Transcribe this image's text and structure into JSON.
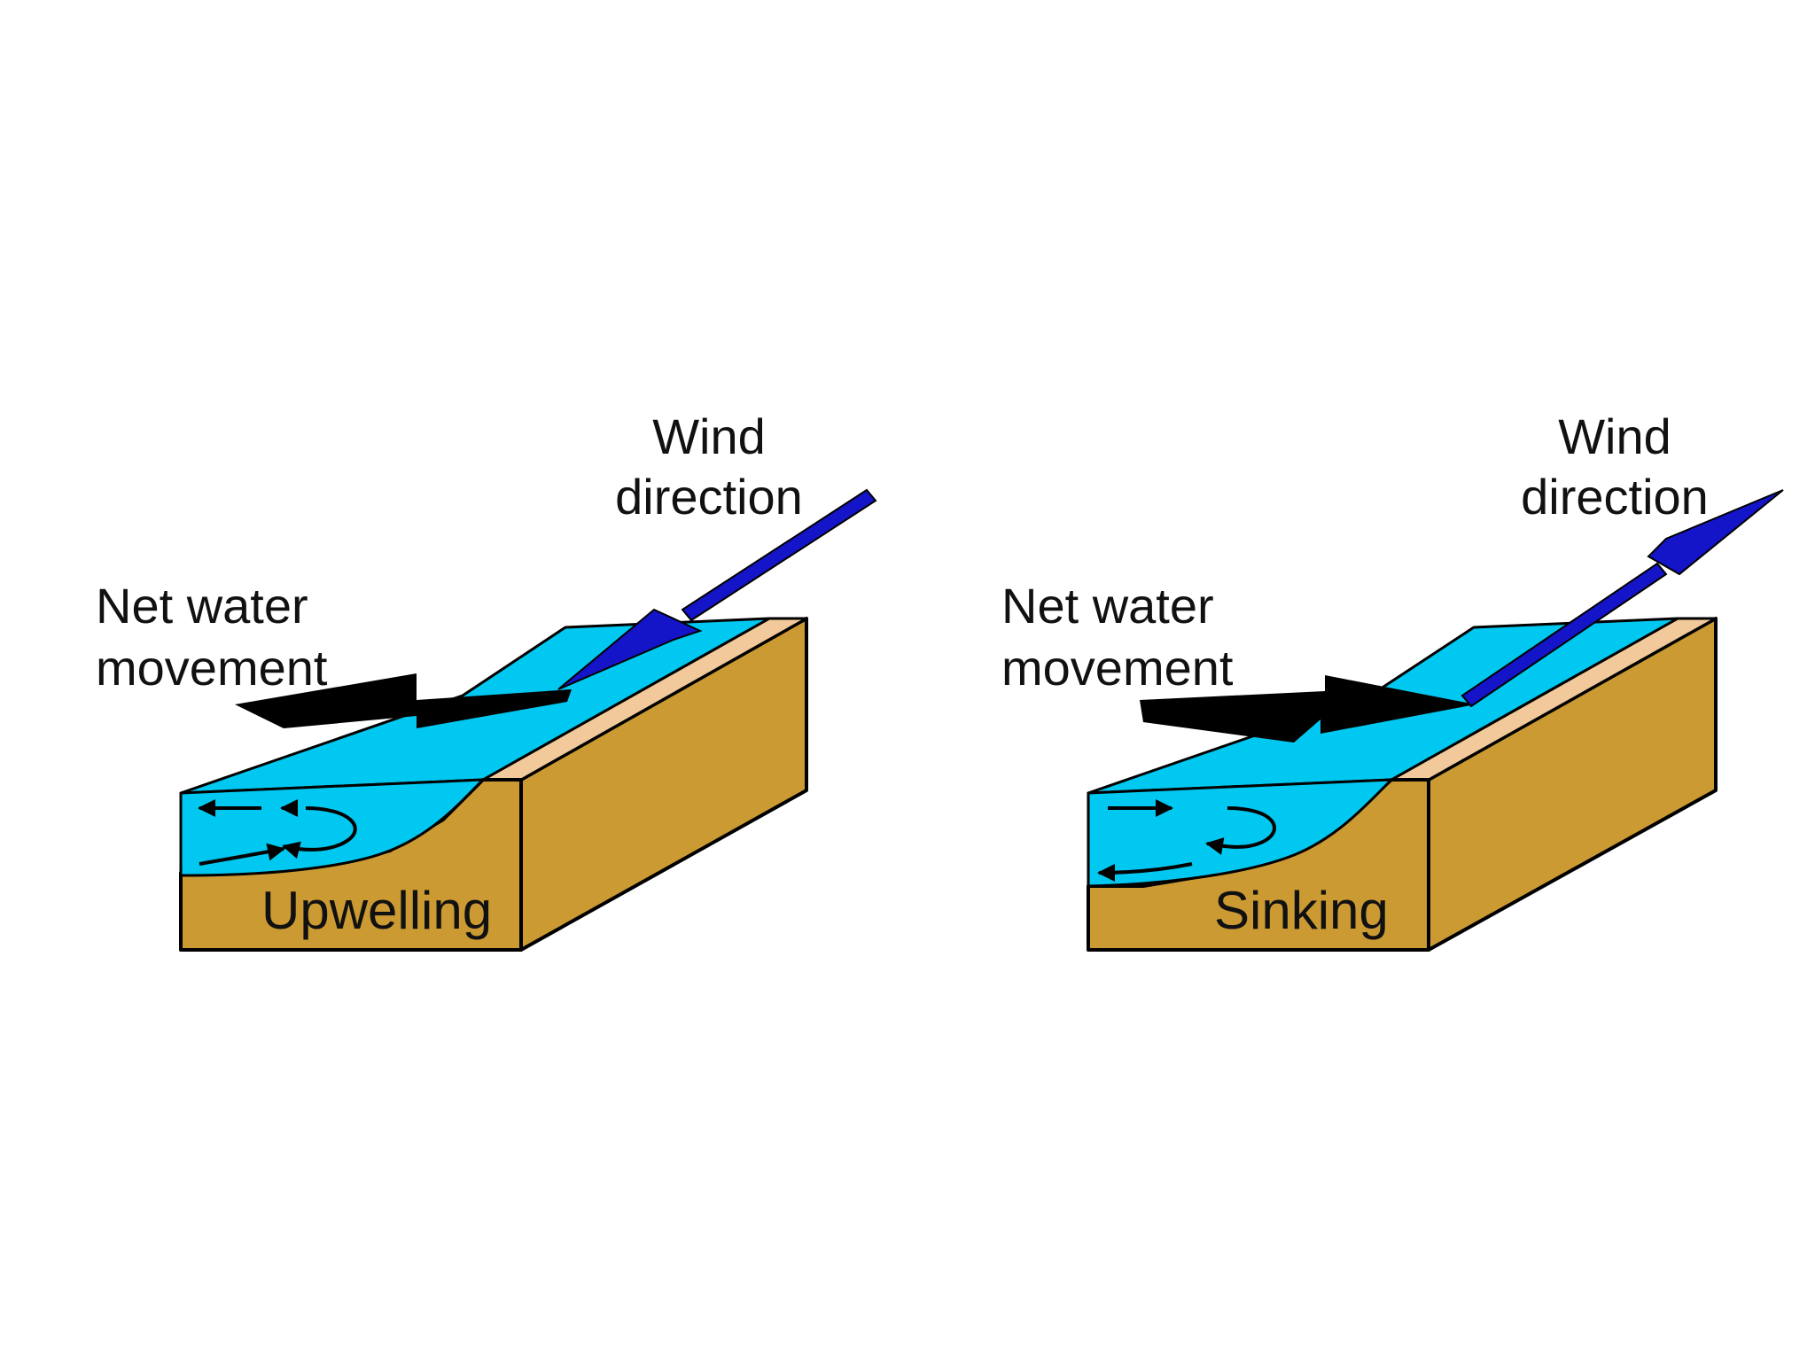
{
  "colors": {
    "water": "#00c8f0",
    "sediment": "#cc9a33",
    "beach": "#f2c99a",
    "wind_arrow": "#1414c8",
    "water_arrow": "#000000",
    "outline": "#000000"
  },
  "panels": [
    {
      "process_label": "Upwelling",
      "wind_label_line1": "Wind",
      "wind_label_line2": "direction",
      "water_label_line1": "Net water",
      "water_label_line2": "movement"
    },
    {
      "process_label": "Sinking",
      "wind_label_line1": "Wind",
      "wind_label_line2": "direction",
      "water_label_line1": "Net water",
      "water_label_line2": "movement"
    }
  ]
}
